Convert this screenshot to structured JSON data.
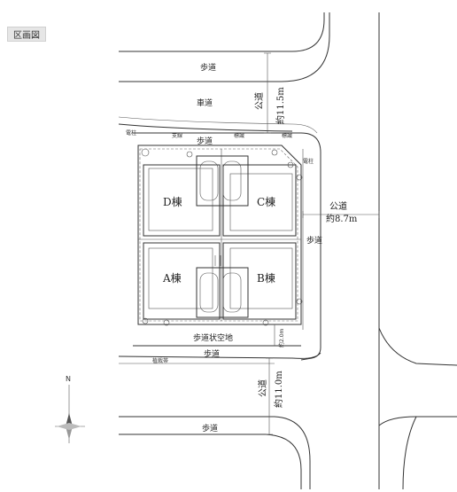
{
  "badge": "区画図",
  "labels": {
    "sidewalk_top": "歩道",
    "roadway": "車道",
    "sidewalk_mid": "歩道",
    "sidewalk_right": "歩道",
    "sidewalk_bottom": "歩道",
    "sidewalk_bottom2": "歩道",
    "sidewalk_shaped": "歩道状空地",
    "pole_left": "電柱",
    "pole_right": "電柱",
    "branch_line": "支線",
    "sign1": "標識",
    "sign2": "標識",
    "planting": "植栽帯",
    "dim_2m": "約2.0m"
  },
  "roads": {
    "north_name": "公道",
    "north_width": "約11.5m",
    "east_name": "公道",
    "east_width": "約8.7m",
    "south_name": "公道",
    "south_width": "約11.0m"
  },
  "lots": {
    "d": "D棟",
    "c": "C棟",
    "a": "A棟",
    "b": "B棟"
  },
  "compass": {
    "north": "N"
  }
}
